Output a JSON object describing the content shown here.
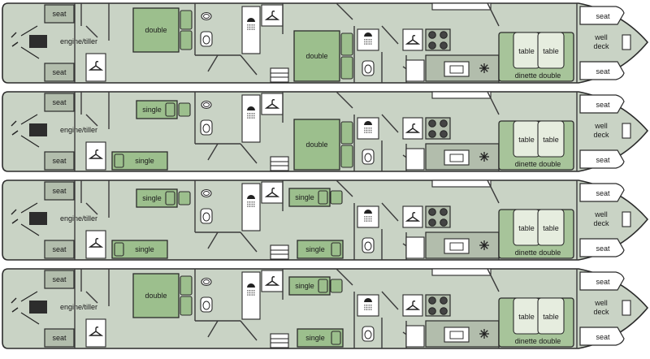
{
  "labels": {
    "seat": "seat",
    "engine": "engine/tiller",
    "double": "double",
    "single": "single",
    "table": "table",
    "dinette": "dinette double",
    "well": "well",
    "deck": "deck"
  },
  "boats": [
    {
      "cabin1": "double",
      "cabin2": "double"
    },
    {
      "cabin1": "single-pair",
      "cabin2": "double"
    },
    {
      "cabin1": "single-pair",
      "cabin2": "single-pair"
    },
    {
      "cabin1": "double",
      "cabin2": "single-pair"
    }
  ],
  "colors": {
    "hull": "#c9d3c5",
    "bed": "#9cbf8d",
    "dinette": "#a7c49a",
    "outline": "#2b2b2b"
  }
}
